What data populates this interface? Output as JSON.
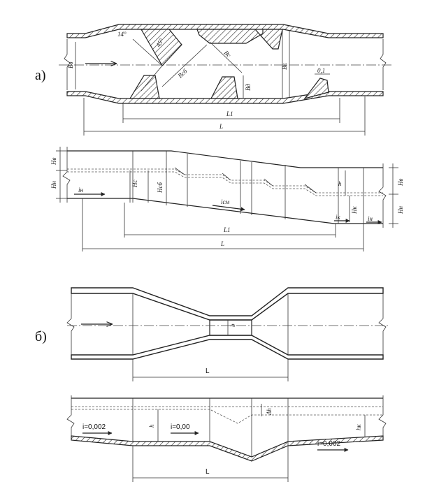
{
  "panel_a": {
    "label": "а)",
    "plan": {
      "angle": "14°",
      "chevron_angle": "45°",
      "b_left": "Bв",
      "b_mid": "Bсб",
      "b_right": "Bк",
      "b_diag": "Bс",
      "b_small": "Bд",
      "tip": "0,1",
      "l1": "L1",
      "l": "L"
    },
    "profile": {
      "hv": "Hв",
      "hn": "Hн",
      "i_n": "iн",
      "hc": "Hс",
      "hsb": "Hсб",
      "i_sm": "iсм",
      "h": "h",
      "hk": "Hк",
      "i_k": "iк",
      "i_n2": "iн",
      "hb": "Hв",
      "hn2": "Hн",
      "l1": "L1",
      "l": "L"
    }
  },
  "panel_b": {
    "label": "б)",
    "plan": {
      "b": "b",
      "l": "L"
    },
    "profile": {
      "i_left": "i=0,002",
      "h": "h",
      "i_mid": "i=0,00",
      "dh": "Δh",
      "i_right": "i=0,002",
      "hk": "hк",
      "l": "L"
    }
  }
}
